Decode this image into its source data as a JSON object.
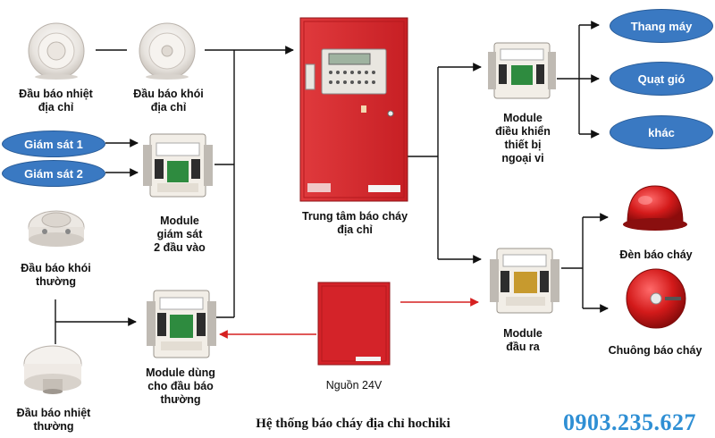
{
  "devices": {
    "heat_addr": "Đầu báo nhiệt\nđịa chỉ",
    "smoke_addr": "Đầu báo khói\nđịa chỉ",
    "monitor_module": "Module\ngiám sát\n2 đầu vào",
    "smoke_conv": "Đầu báo khói\nthường",
    "heat_conv": "Đầu báo nhiệt\nthường",
    "conv_module": "Module dùng\ncho đầu báo\nthường",
    "panel": "Trung tâm báo cháy\nđịa chỉ",
    "power": "Nguồn 24V",
    "control_module": "Module\nđiều khiển\nthiết bị\nngoại vi",
    "output_module": "Module\nđầu ra",
    "strobe": "Đèn báo cháy",
    "bell": "Chuông báo cháy"
  },
  "inputs": {
    "monitor_1": "Giám sát 1",
    "monitor_2": "Giám sát 2"
  },
  "outputs": {
    "elevator": "Thang máy",
    "fan": "Quạt gió",
    "other": "khác"
  },
  "caption": "Hệ thống báo cháy địa chỉ hochiki",
  "phone": "0903.235.627",
  "colors": {
    "pill_fill": "#3a79c2",
    "panel_red": "#d7272b",
    "arrow_red": "#d62020",
    "phone_blue": "#2f8fd4"
  }
}
